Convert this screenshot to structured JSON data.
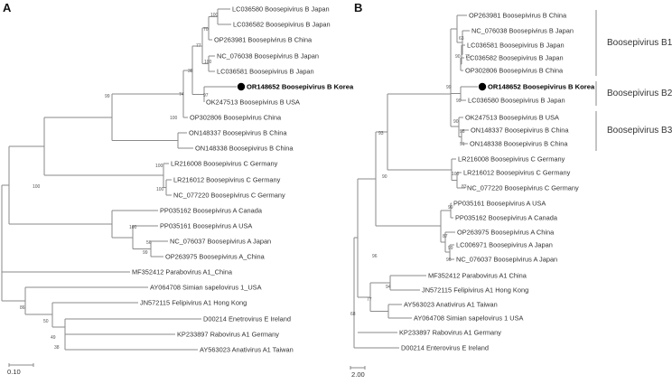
{
  "panels": {
    "a": {
      "letter": "A",
      "scale_label": "0.10",
      "leaves": [
        {
          "label": "LC036580 Boosepivirus B Japan",
          "bold": false
        },
        {
          "label": "LC036582 Boosepivirus B Japan",
          "bold": false
        },
        {
          "label": "OP263981 Boosepivirus B China",
          "bold": false
        },
        {
          "label": "NC_076038 Boosepivirus B Japan",
          "bold": false
        },
        {
          "label": "LC036581 Boosepivirus B Japan",
          "bold": false
        },
        {
          "label": "OR148652 Boosepivirus B Korea",
          "bold": true,
          "marker": true
        },
        {
          "label": "OK247513 Boosepivirus B USA",
          "bold": false
        },
        {
          "label": "OP302806 Boosepivirus China",
          "bold": false
        },
        {
          "label": "ON148337 Boosepivirus B China",
          "bold": false
        },
        {
          "label": "ON148338 Boosepivirus B China",
          "bold": false
        },
        {
          "label": "LR216008 Boosepivirus C Germany",
          "bold": false
        },
        {
          "label": "LR216012 Boosepivirus C Germany",
          "bold": false
        },
        {
          "label": "NC_077220 Boosepivirus C Germany",
          "bold": false
        },
        {
          "label": "PP035162 Boosepivirus A Canada",
          "bold": false
        },
        {
          "label": "PP035161 Boosepivirus A USA",
          "bold": false
        },
        {
          "label": "NC_076037 Boosepivirus A Japan",
          "bold": false
        },
        {
          "label": "OP263975 Boosepivirus A_China",
          "bold": false
        },
        {
          "label": "MF352412 Parabovirus A1_China",
          "bold": false
        },
        {
          "label": "AY064708 Simian sapelovirus 1_USA",
          "bold": false
        },
        {
          "label": "JN572115 Felipivirus A1 Hong Kong",
          "bold": false
        },
        {
          "label": "D00214 Enetrovirus E Ireland",
          "bold": false
        },
        {
          "label": "KP233897 Rabovirus A1 Germany",
          "bold": false
        },
        {
          "label": "AY563023 Anativirus A1 Taiwan",
          "bold": false
        }
      ],
      "supports": [
        "100",
        "70",
        "77",
        "100",
        "38",
        "74",
        "97",
        "100",
        "99",
        "100",
        "100",
        "100",
        "100",
        "56",
        "99",
        "86",
        "50",
        "49",
        "38"
      ]
    },
    "b": {
      "letter": "B",
      "scale_label": "2.00",
      "leaves": [
        {
          "label": "OP263981 Boosepivirus B China",
          "bold": false
        },
        {
          "label": "NC_076038 Boosepivirus B Japan",
          "bold": false
        },
        {
          "label": "LC036581 Boosepivirus B Japan",
          "bold": false
        },
        {
          "label": "LC036582 Boosepivirus B Japan",
          "bold": false
        },
        {
          "label": "OP302806 Boosepivirus B China",
          "bold": false
        },
        {
          "label": "OR148652 Boosepivirus B Korea",
          "bold": true,
          "marker": true
        },
        {
          "label": "LC036580 Boosepivirus B Japan",
          "bold": false
        },
        {
          "label": "OK247513 Boosepivirus B USA",
          "bold": false
        },
        {
          "label": "ON148337 Boosepivirus B China",
          "bold": false
        },
        {
          "label": "ON148338 Boosepivirus B China",
          "bold": false
        },
        {
          "label": "LR216008 Boosepivirus C Germany",
          "bold": false
        },
        {
          "label": "LR216012 Boosepivirus C Germany",
          "bold": false
        },
        {
          "label": "NC_077220 Boosepivirus C Germany",
          "bold": false
        },
        {
          "label": "PP035161 Boosepivirus A USA",
          "bold": false
        },
        {
          "label": "PP035162 Boosepivirus A Canada",
          "bold": false
        },
        {
          "label": "OP263975 Boosepivirus A China",
          "bold": false
        },
        {
          "label": "LC006971 Boosepivirus A Japan",
          "bold": false
        },
        {
          "label": "NC_076037 Boosepivirus A Japan",
          "bold": false
        },
        {
          "label": "MF352412 Parabovirus A1 China",
          "bold": false
        },
        {
          "label": "JN572115 Felipivirus A1 Hong Kong",
          "bold": false
        },
        {
          "label": "AY563023 Anativirus A1 Taiwan",
          "bold": false
        },
        {
          "label": "AY064708 Simian sapelovirus 1 USA",
          "bold": false
        },
        {
          "label": "KP233897 Rabovirus A1 Germany",
          "bold": false
        },
        {
          "label": "D00214 Enterovirus E Ireland",
          "bold": false
        }
      ],
      "supports": [
        "63",
        "90",
        "75",
        "99",
        "99",
        "90",
        "98",
        "91",
        "93",
        "100",
        "83",
        "90",
        "99",
        "87",
        "99",
        "96",
        "96",
        "94",
        "77",
        "68"
      ],
      "groups": [
        {
          "label": "Boosepivirus B1"
        },
        {
          "label": "Boosepivirus B2"
        },
        {
          "label": "Boosepivirus B3"
        }
      ]
    }
  }
}
